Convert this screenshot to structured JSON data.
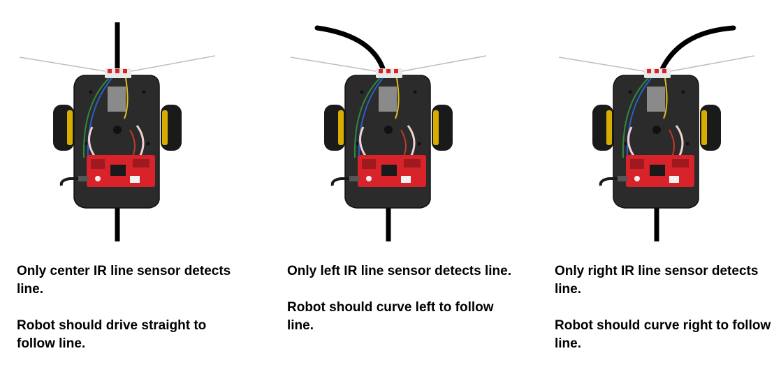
{
  "panels": [
    {
      "id": "center",
      "line_direction": "straight",
      "caption_line1": "Only center IR line sensor detects line.",
      "caption_line2": "Robot should drive straight to follow line."
    },
    {
      "id": "left",
      "line_direction": "curve-left",
      "caption_line1": "Only left IR line sensor detects line.",
      "caption_line2": "Robot should curve left to follow line."
    },
    {
      "id": "right",
      "line_direction": "curve-right",
      "caption_line1": "Only right IR line sensor detects line.",
      "caption_line2": "Robot should curve right to follow line."
    }
  ],
  "colors": {
    "track_line": "#000000",
    "chassis": "#2b2b2b",
    "board": "#d8232a",
    "wheel": "#1a1a1a",
    "hub": "#e0b400",
    "antenna": "#bdbdbd"
  }
}
